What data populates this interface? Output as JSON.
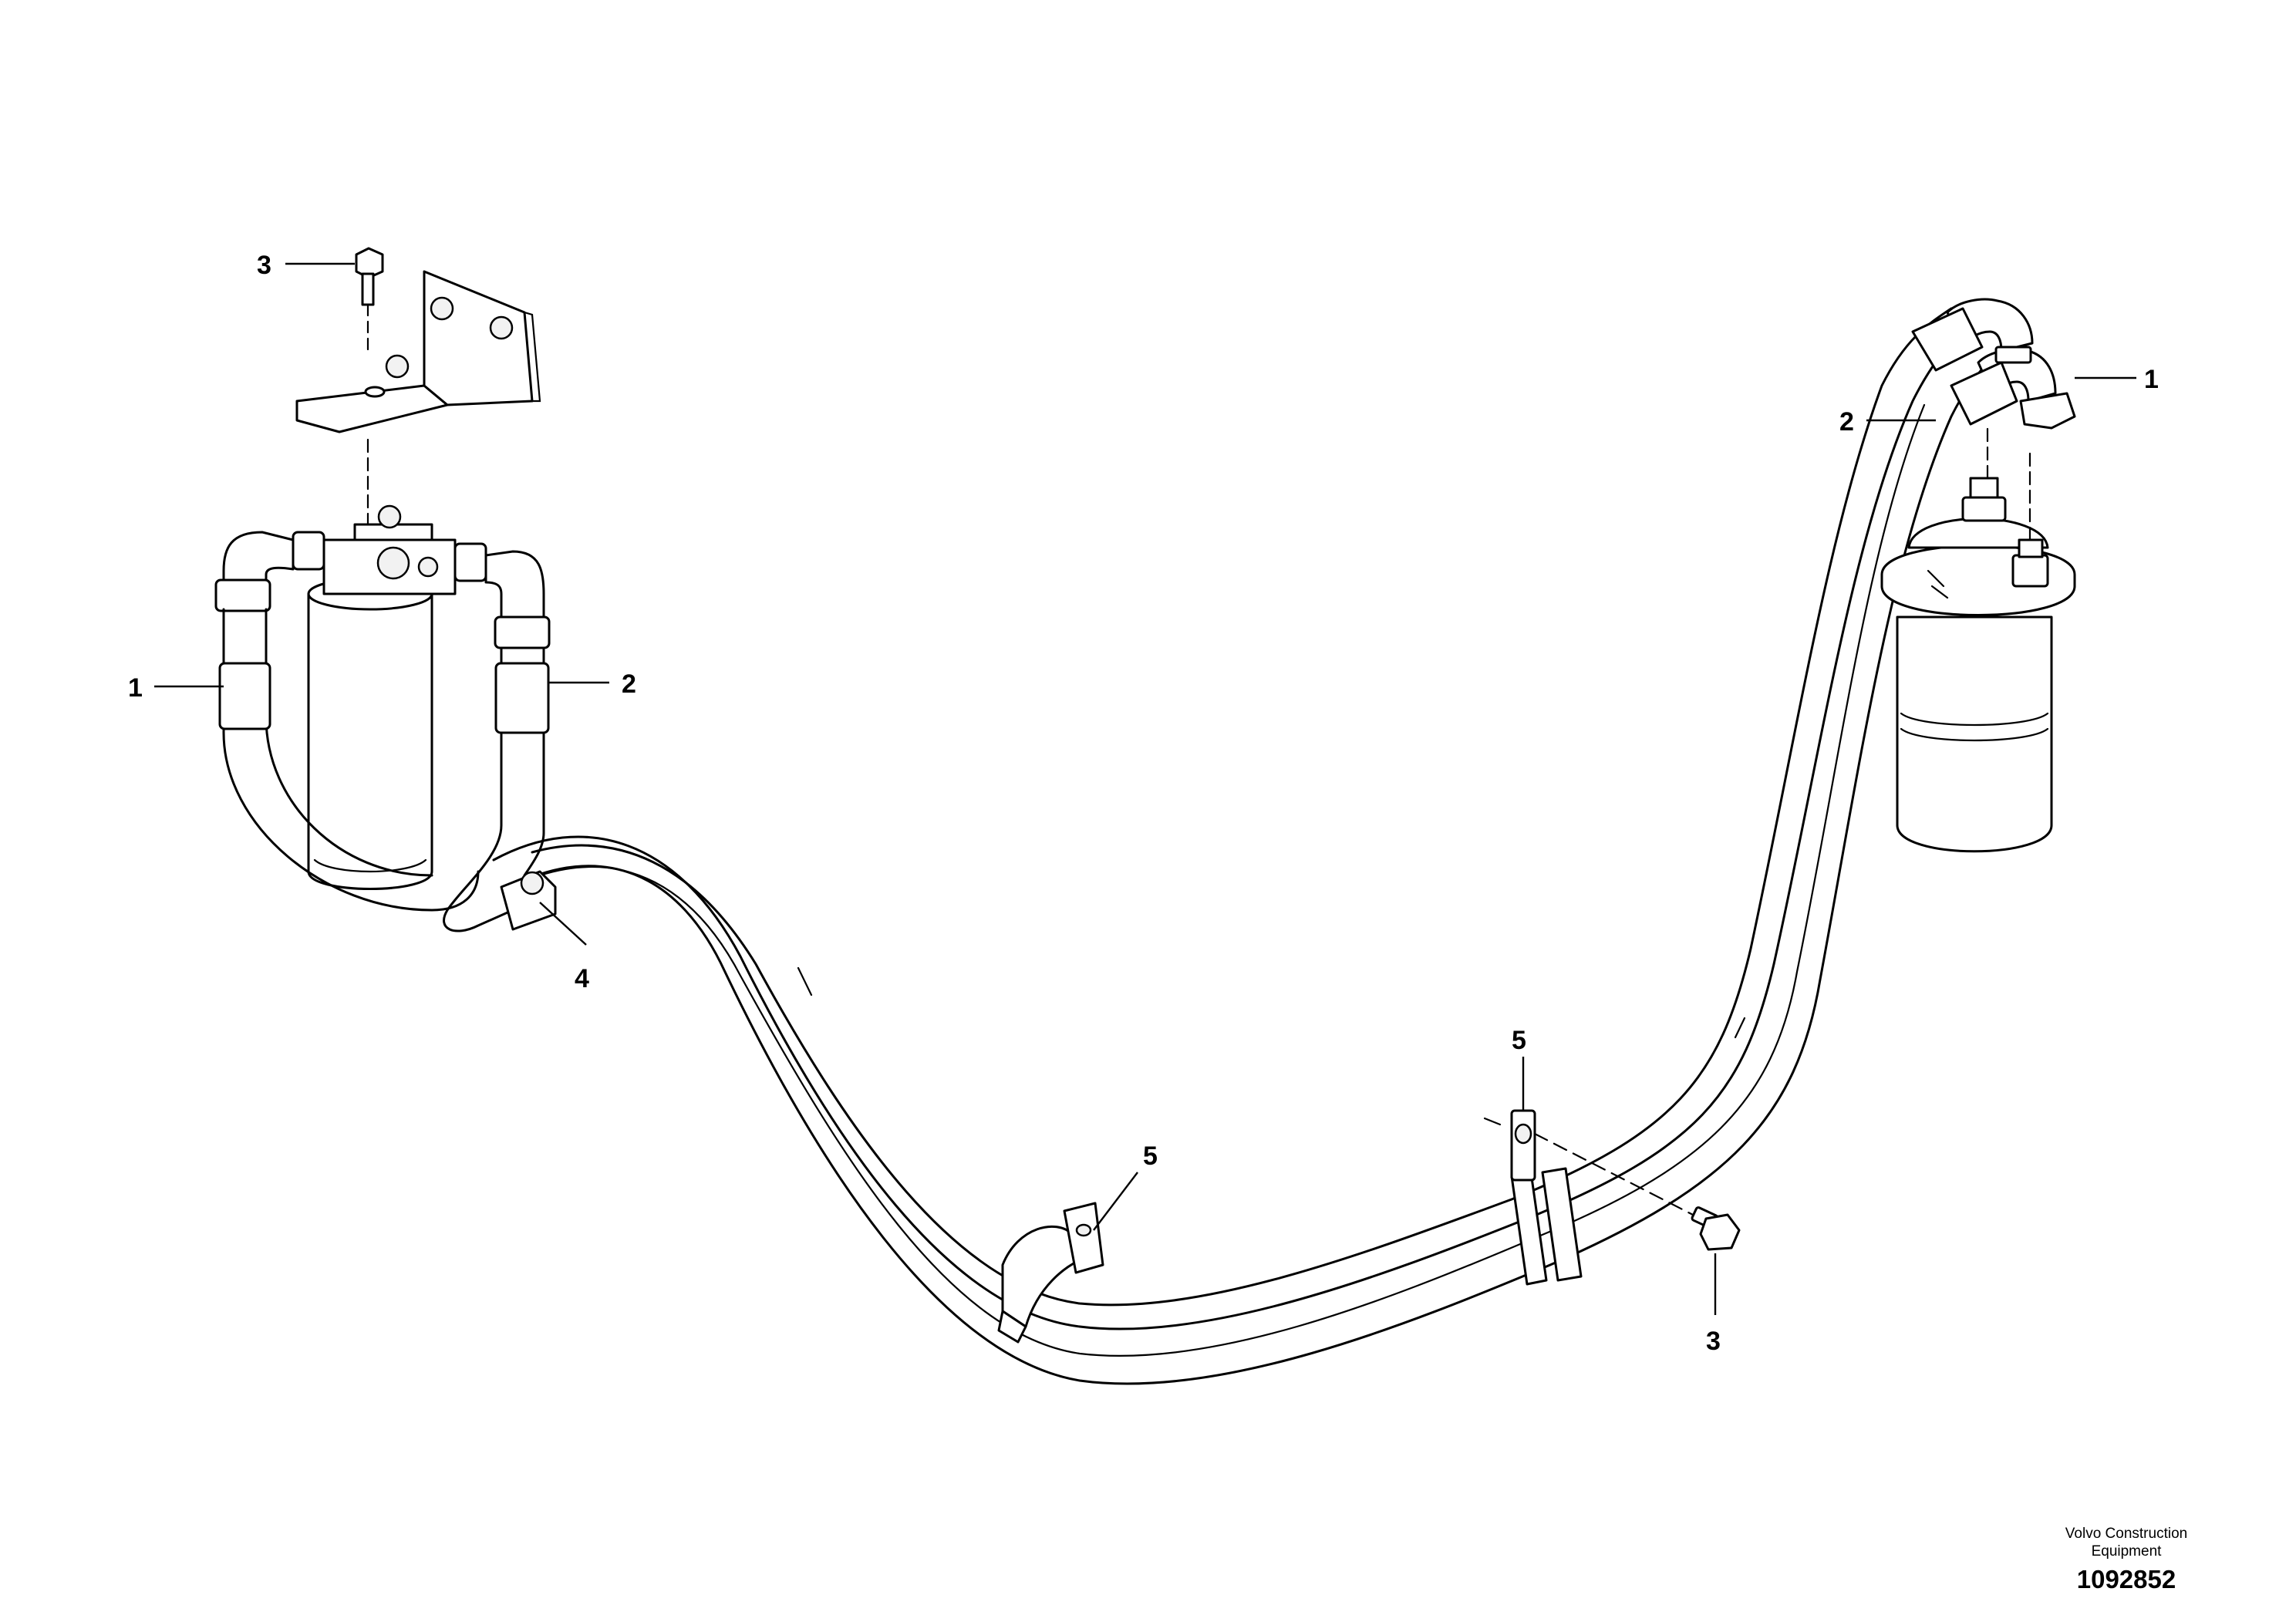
{
  "diagram": {
    "callouts": [
      {
        "id": "c3-top",
        "text": "3"
      },
      {
        "id": "c1-left",
        "text": "1"
      },
      {
        "id": "c2-left",
        "text": "2"
      },
      {
        "id": "c4",
        "text": "4"
      },
      {
        "id": "c5-mid",
        "text": "5"
      },
      {
        "id": "c5-right",
        "text": "5"
      },
      {
        "id": "c3-bottom",
        "text": "3"
      },
      {
        "id": "c2-right",
        "text": "2"
      },
      {
        "id": "c1-right",
        "text": "1"
      }
    ]
  },
  "footer": {
    "company_line1": "Volvo Construction",
    "company_line2": "Equipment",
    "drawing_number": "1092852"
  }
}
